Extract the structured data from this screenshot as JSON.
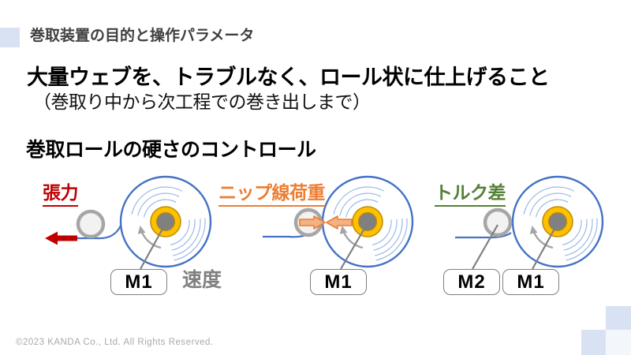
{
  "page": {
    "title": "巻取装置の目的と操作パラメータ",
    "heading": "大量ウェブを、トラブルなく、ロール状に仕上げること",
    "subheading": "（巻取り中から次工程での巻き出しまで）",
    "section_title": "巻取ロールの硬さのコントロール",
    "footer": "©2023 KANDA Co., Ltd. All Rights Reserved."
  },
  "diagrams": {
    "tension": {
      "label": "張力",
      "motor": "M1",
      "speed_label": "速度"
    },
    "nip": {
      "label": "ニップ線荷重",
      "motor": "M1"
    },
    "torque": {
      "label": "トルク差",
      "motor_left": "M2",
      "motor_right": "M1"
    }
  },
  "colors": {
    "roll_outline_blue": "#4472C4",
    "roll_layers_light_blue": "#9CB9E8",
    "core_yellow": "#FFC000",
    "core_gray": "#808080",
    "roller_gray": "#A6A6A6",
    "tension_red": "#C00000",
    "nip_orange": "#ED7D31",
    "nip_arrow_fill": "#F4B183",
    "torque_green": "#538135",
    "decor_square_blue": "#D9E2F3",
    "title_gray": "#404040",
    "footer_gray": "#A9A9A9"
  }
}
